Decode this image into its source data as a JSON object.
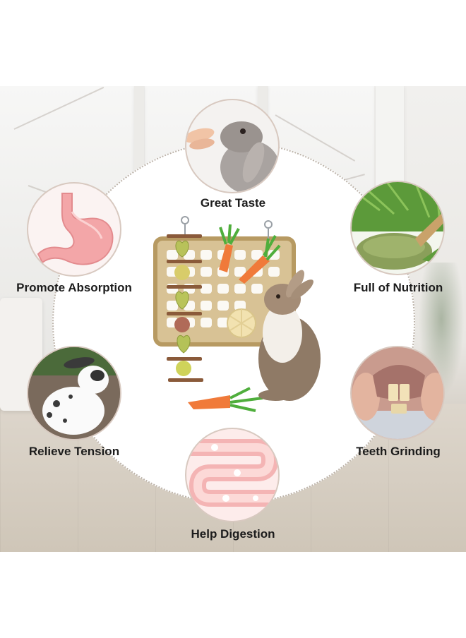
{
  "features": [
    {
      "id": "great-taste",
      "label": "Great Taste",
      "icon": "rabbit-eating-icon"
    },
    {
      "id": "promote-absorption",
      "label": "Promote Absorption",
      "icon": "stomach-icon"
    },
    {
      "id": "full-of-nutrition",
      "label": "Full of Nutrition",
      "icon": "herb-powder-icon"
    },
    {
      "id": "relieve-tension",
      "label": "Relieve Tension",
      "icon": "spotted-rabbit-icon"
    },
    {
      "id": "teeth-grinding",
      "label": "Teeth Grinding",
      "icon": "rabbit-teeth-icon"
    },
    {
      "id": "help-digestion",
      "label": "Help Digestion",
      "icon": "intestine-icon"
    }
  ],
  "colors": {
    "carrot": "#f07a3a",
    "carrot_leaf": "#4fae3c",
    "seagrass": "#cdb384",
    "circle_border": "#bdb4aa",
    "stomach": "#f3a6a8"
  }
}
